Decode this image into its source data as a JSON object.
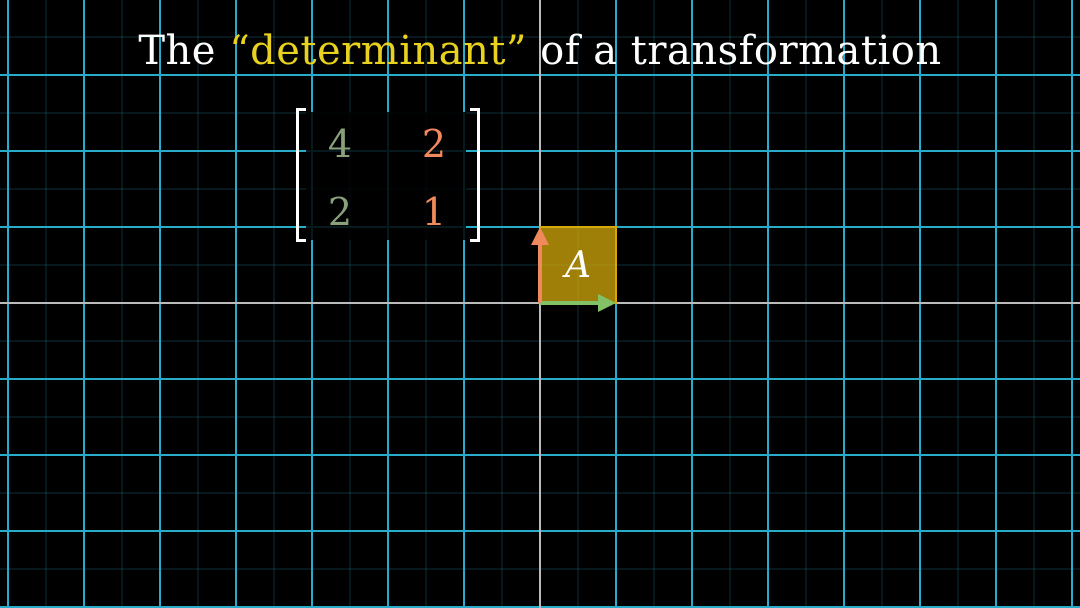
{
  "title": {
    "prefix": "The ",
    "highlight": "“determinant”",
    "suffix": " of a transformation"
  },
  "matrix": {
    "a11": "4",
    "a12": "2",
    "a21": "2",
    "a22": "1"
  },
  "area_label": "A",
  "colors": {
    "grid": "#29abca",
    "axis": "#bbbbbb",
    "highlight": "#e8d11f",
    "i_hat": "#83c167",
    "j_hat": "#f08a5d",
    "unit_square": "#d4a90b"
  }
}
